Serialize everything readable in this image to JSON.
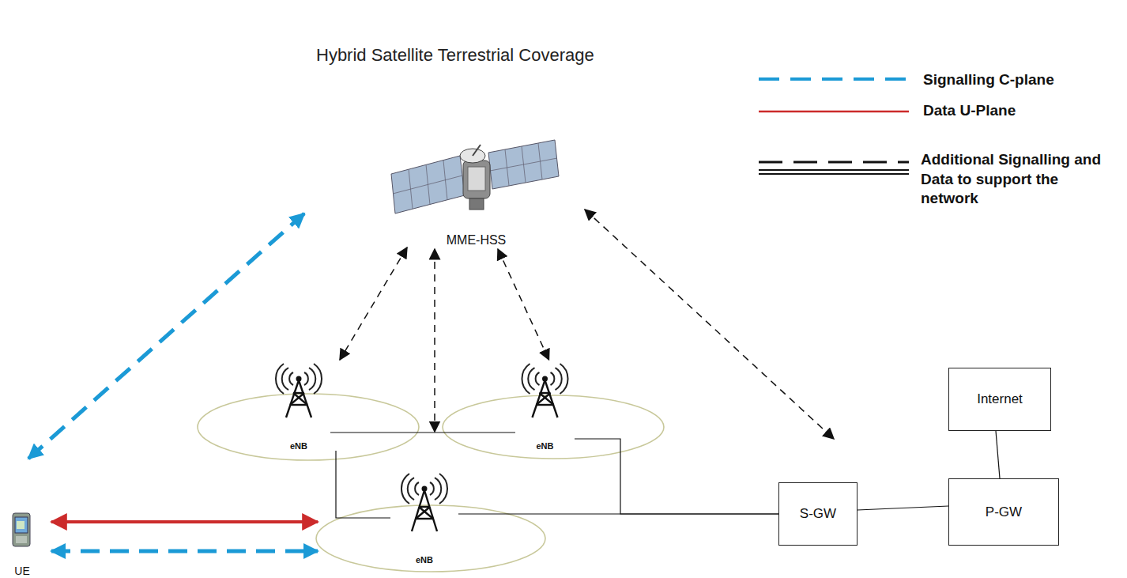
{
  "diagram": {
    "title": "Hybrid Satellite Terrestrial Coverage",
    "nodes": [
      {
        "text": [
          "MME-HSS"
        ]
      },
      {
        "text": [
          "eNB"
        ]
      },
      {
        "text": [
          "eNB"
        ]
      },
      {
        "text": [
          "eNB"
        ]
      },
      {
        "text": [
          "Internet"
        ]
      },
      {
        "text": [
          "S-GW"
        ]
      },
      {
        "text": [
          "P-GW"
        ]
      },
      {
        "text": [
          "UE"
        ]
      }
    ],
    "edges": [
      {
        "from": 7,
        "to": 0,
        "arrow": "both"
      },
      {
        "from": 7,
        "to": 3,
        "arrow": "both"
      },
      {
        "from": 7,
        "to": 3,
        "arrow": "both"
      },
      {
        "from": 0,
        "to": 1,
        "arrow": "both"
      },
      {
        "from": 0,
        "to": 3,
        "arrow": "both"
      },
      {
        "from": 0,
        "to": 2,
        "arrow": "both"
      },
      {
        "from": 0,
        "to": 5,
        "arrow": "both"
      },
      {
        "from": 1,
        "to": 2,
        "arrow": "none"
      },
      {
        "from": 1,
        "to": 3,
        "arrow": "none"
      },
      {
        "from": 2,
        "to": 5,
        "arrow": "none"
      },
      {
        "from": 3,
        "to": 5,
        "arrow": "none"
      },
      {
        "from": 5,
        "to": 6,
        "arrow": "none"
      },
      {
        "from": 6,
        "to": 4,
        "arrow": "none"
      }
    ],
    "legend": [
      {
        "text": "Signalling C-plane"
      },
      {
        "text": "Data U-Plane"
      },
      {
        "text": "Additional Signalling and Data to support the network"
      }
    ]
  }
}
